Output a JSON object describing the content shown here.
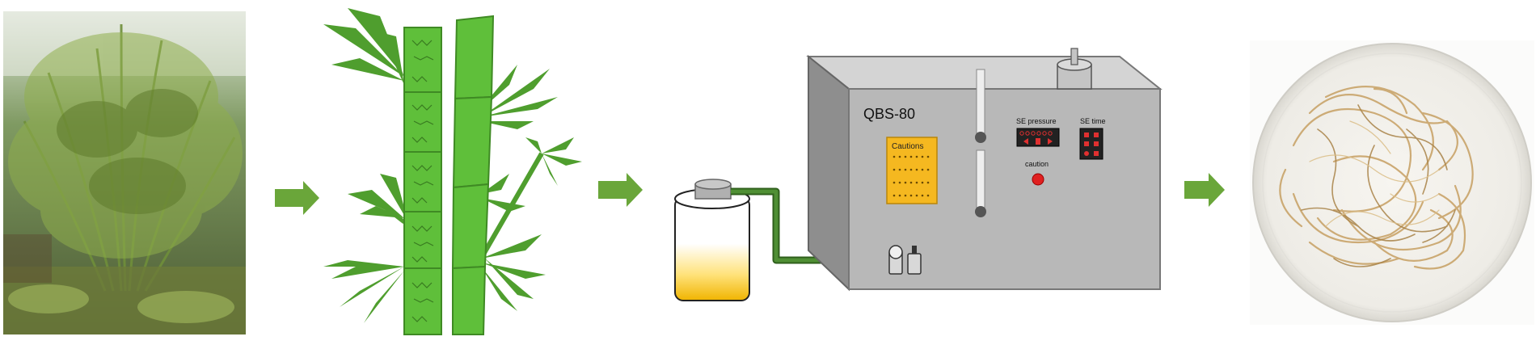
{
  "colors": {
    "arrow": "#6aa63a",
    "bamboo_stem": "#5fbf3a",
    "bamboo_leaf": "#4f9e2e",
    "machine_front": "#b8b8b8",
    "machine_side": "#8e8e8e",
    "cautions_panel": "#f5b820",
    "pipe": "#3f7a2c",
    "indicator_red": "#e02020",
    "fiber": "#c9a46a"
  },
  "machine": {
    "model_label": "QBS-80",
    "cautions_label": "Cautions",
    "se_pressure_label": "SE pressure",
    "se_time_label": "SE time",
    "caution_indicator_label": "caution"
  },
  "icons": [
    "bamboo-photo",
    "bamboo-illustration",
    "flow-arrow",
    "water-tank",
    "steam-explosion-machine",
    "fiber-dish-photo"
  ]
}
